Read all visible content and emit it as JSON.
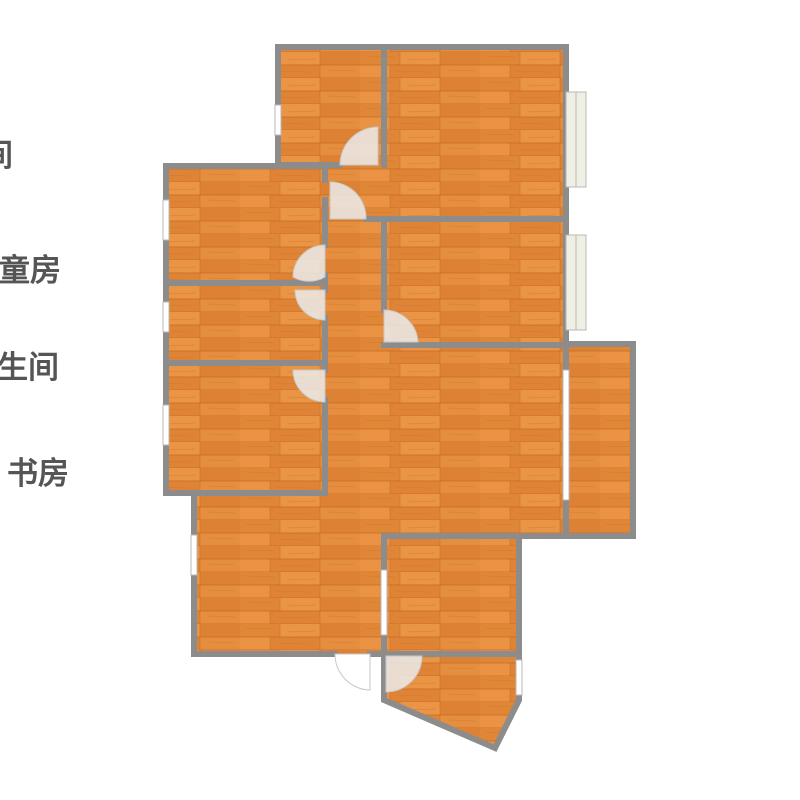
{
  "labels": {
    "partial_top": "间",
    "children_room": "儿童房",
    "bathroom": "卫生间",
    "study": "书房"
  },
  "colors": {
    "wall": "#8c8c8c",
    "floor": "#e38a3c",
    "floor_alt": "#d9782c",
    "floor_line": "#b8601c",
    "window": "#efefe6",
    "door": "#e3e3e3",
    "label": "#555555"
  }
}
